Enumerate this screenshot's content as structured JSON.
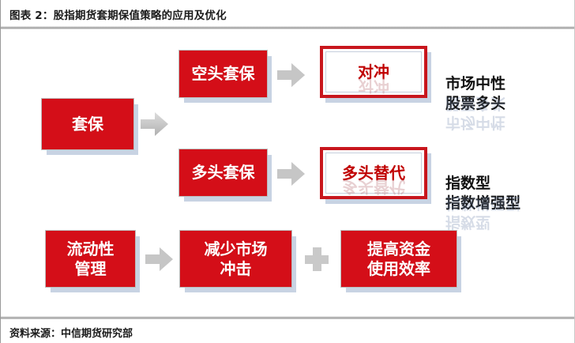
{
  "header": {
    "title": "图表 2：股指期货套期保值策略的应用及优化"
  },
  "footer": {
    "source": "资料来源：中信期货研究部"
  },
  "colors": {
    "red_fill": "#D40E18",
    "red_border": "#C8161D",
    "red_text": "#C00000",
    "arrow_gray": "#C9C9C9",
    "shadow_blue_gray": "#C5D1E2",
    "rule_gray": "#A7A7A7",
    "text_black": "#111111"
  },
  "diagram": {
    "nodes": {
      "hedge": {
        "label": "套保",
        "style": "solid"
      },
      "short_hedge": {
        "label": "空头套保",
        "style": "solid"
      },
      "long_hedge": {
        "label": "多头套保",
        "style": "solid"
      },
      "offset": {
        "label": "对冲",
        "style": "outline"
      },
      "long_substitute": {
        "label": "多头替代",
        "style": "outline"
      },
      "liquidity_mgmt": {
        "label": "流动性\n管理",
        "style": "solid"
      },
      "reduce_impact": {
        "label": "减少市场\n冲击",
        "style": "solid"
      },
      "improve_efficiency": {
        "label": "提高资金\n使用效率",
        "style": "solid"
      }
    },
    "outcomes": {
      "row1": "市场中性\n股票多头",
      "row2": "指数型\n指数增强型"
    },
    "connectors": {
      "arrow_hedge_to_branches": "arrow-right-icon",
      "arrow_short_to_offset": "arrow-right-icon",
      "arrow_long_to_substitute": "arrow-right-icon",
      "arrow_liquidity_to_impact": "arrow-right-icon",
      "plus_impact_efficiency": "plus-icon"
    }
  }
}
